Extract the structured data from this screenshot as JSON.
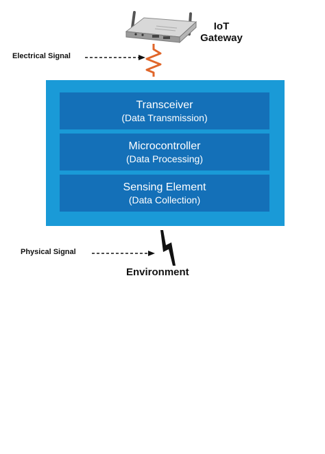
{
  "gateway": {
    "label_line1": "IoT",
    "label_line2": "Gateway",
    "icon": "router-icon"
  },
  "signals": {
    "electrical": "Electrical Signal",
    "physical": "Physical Signal"
  },
  "node": {
    "layers": [
      {
        "title": "Transceiver",
        "subtitle": "(Data Transmission)"
      },
      {
        "title": "Microcontroller",
        "subtitle": "(Data Processing)"
      },
      {
        "title": "Sensing Element",
        "subtitle": "(Data Collection)"
      }
    ]
  },
  "environment": {
    "label": "Environment",
    "icon": "lightning-bolt-icon"
  },
  "colors": {
    "node_background": "#1a9ad7",
    "layer_background": "#1470b8",
    "electrical_wave": "#e0662a"
  }
}
